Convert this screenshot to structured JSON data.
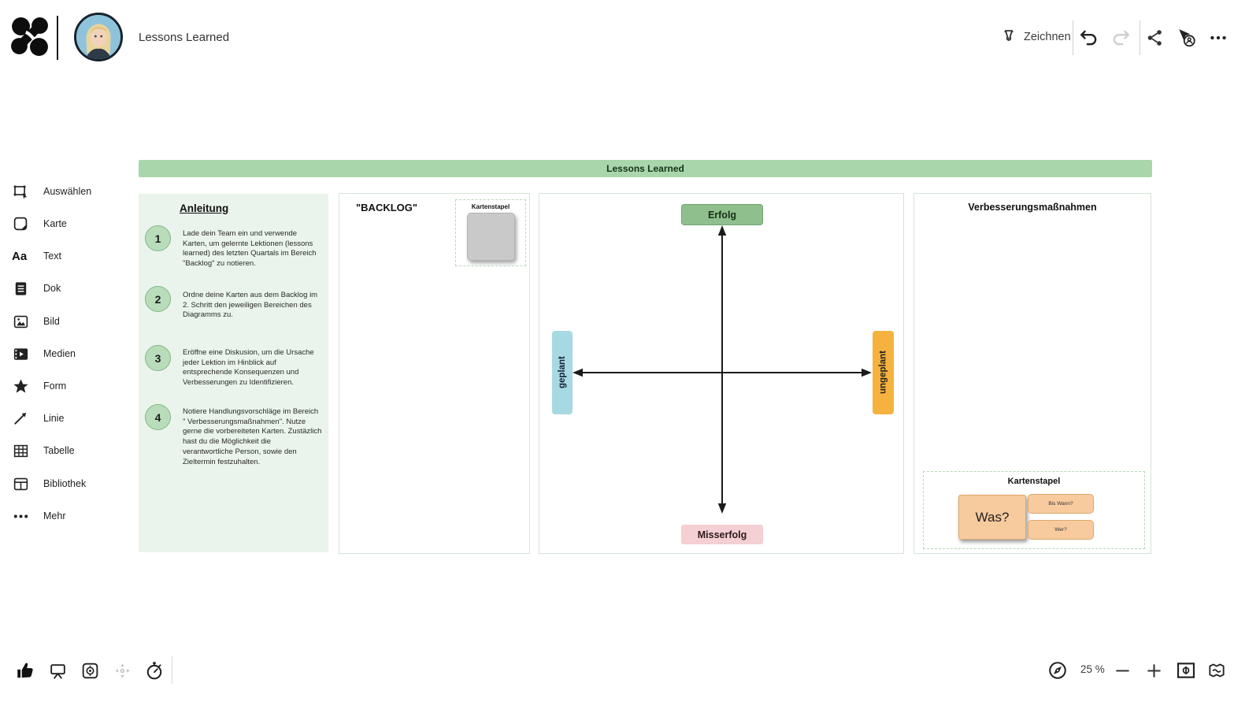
{
  "header": {
    "board_title": "Lessons Learned",
    "draw_label": "Zeichnen"
  },
  "sidebar": {
    "items": [
      {
        "label": "Auswählen",
        "icon": "select-icon"
      },
      {
        "label": "Karte",
        "icon": "card-icon"
      },
      {
        "label": "Text",
        "icon": "text-icon"
      },
      {
        "label": "Dok",
        "icon": "doc-icon"
      },
      {
        "label": "Bild",
        "icon": "image-icon"
      },
      {
        "label": "Medien",
        "icon": "media-icon"
      },
      {
        "label": "Form",
        "icon": "shape-icon"
      },
      {
        "label": "Linie",
        "icon": "line-icon"
      },
      {
        "label": "Tabelle",
        "icon": "table-icon"
      },
      {
        "label": "Bibliothek",
        "icon": "library-icon"
      },
      {
        "label": "Mehr",
        "icon": "more-icon"
      }
    ]
  },
  "board": {
    "banner": "Lessons Learned",
    "instructions": {
      "title": "Anleitung",
      "steps": [
        {
          "num": "1",
          "text": "Lade dein Team ein und verwende Karten, um gelernte Lektionen (lessons learned) des letzten Quartals im Bereich \"Backlog\" zu notieren."
        },
        {
          "num": "2",
          "text": "Ordne deine Karten aus dem Backlog im 2. Schritt den jeweiligen Bereichen des Diagramms zu."
        },
        {
          "num": "3",
          "text": "Eröffne eine Diskusion, um die Ursache jeder Lektion im Hinblick auf entsprechende Konsequenzen und Verbesserungen zu Identifizieren."
        },
        {
          "num": "4",
          "text": "Notiere Handlungsvorschläge im Bereich \" Verbesserungsmaßnahmen\". Nutze gerne die vorbereiteten Karten. Zustäzlich hast du die Möglichkeit die verantwortliche Person, sowie den Zieltermin festzuhalten."
        }
      ]
    },
    "backlog": {
      "title": "\"BACKLOG\"",
      "stack_label": "Kartenstapel"
    },
    "diagram": {
      "axis_top": "Erfolg",
      "axis_bottom": "Misserfolg",
      "axis_left": "geplant",
      "axis_right": "ungeplant"
    },
    "improvements": {
      "title": "Verbesserungsmaßnahmen",
      "stack_label": "Kartenstapel",
      "card_what": "Was?",
      "card_when": "Bis Wann?",
      "card_who": "Wer?"
    }
  },
  "statusbar": {
    "zoom_level": "25 %"
  },
  "colors": {
    "banner_green": "#a9d6ab",
    "instructions_bg": "#eaf4ec",
    "success_green": "#90bf8e",
    "failure_pink": "#f4cfd3",
    "planned_blue": "#a7d9e2",
    "unplanned_orange": "#f5b23e",
    "card_peach": "#f7cb9e",
    "card_grey": "#c9c9c9"
  }
}
